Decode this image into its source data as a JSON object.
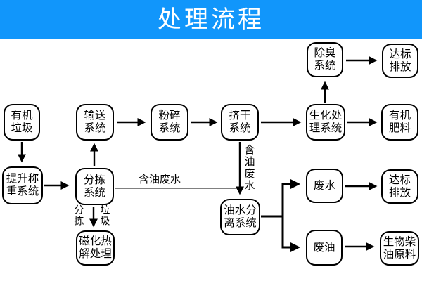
{
  "header": {
    "title": "处理流程"
  },
  "colors": {
    "header_bg": "#1196fb",
    "header_text": "#ffffff",
    "box_border": "#000000",
    "box_bg": "#ffffff",
    "line": "#000000"
  },
  "nodes": {
    "organic_waste": {
      "label": "有机\n垃圾"
    },
    "conveying": {
      "label": "输送\n系统"
    },
    "crushing": {
      "label": "粉碎\n系统"
    },
    "squeezing": {
      "label": "挤干\n系统"
    },
    "biochemical": {
      "label": "生化处\n理系统"
    },
    "fertilizer": {
      "label": "有机\n肥料"
    },
    "deodorizing": {
      "label": "除臭\n系统"
    },
    "discharge_top": {
      "label": "达标\n排放"
    },
    "lift_weighing": {
      "label": "提升称\n重系统"
    },
    "sorting": {
      "label": "分拣\n系统"
    },
    "pyrolysis": {
      "label": "磁化热\n解处理"
    },
    "oil_water": {
      "label": "油水分\n离系统"
    },
    "wastewater": {
      "label": "废水"
    },
    "discharge_bottom": {
      "label": "达标\n排放"
    },
    "waste_oil": {
      "label": "废油"
    },
    "biodiesel": {
      "label": "生物柴\n油原料"
    }
  },
  "edge_labels": {
    "oily_wastewater_horizontal": "含油废水",
    "oily_wastewater_vertical": "含油废水",
    "sorted_left": "分拣",
    "waste_right": "垃圾"
  },
  "edges": [
    {
      "from": "organic_waste",
      "to": "lift_weighing"
    },
    {
      "from": "lift_weighing",
      "to": "sorting"
    },
    {
      "from": "sorting",
      "to": "conveying"
    },
    {
      "from": "conveying",
      "to": "crushing"
    },
    {
      "from": "crushing",
      "to": "squeezing"
    },
    {
      "from": "squeezing",
      "to": "biochemical"
    },
    {
      "from": "biochemical",
      "to": "deodorizing"
    },
    {
      "from": "deodorizing",
      "to": "discharge_top"
    },
    {
      "from": "biochemical",
      "to": "fertilizer"
    },
    {
      "from": "squeezing",
      "to": "oil_water",
      "label": "含油废水"
    },
    {
      "from": "sorting",
      "to": "oil_water",
      "label": "含油废水"
    },
    {
      "from": "sorting",
      "to": "pyrolysis",
      "label": "分拣垃圾"
    },
    {
      "from": "oil_water",
      "to": "wastewater"
    },
    {
      "from": "oil_water",
      "to": "waste_oil"
    },
    {
      "from": "wastewater",
      "to": "discharge_bottom"
    },
    {
      "from": "waste_oil",
      "to": "biodiesel"
    }
  ]
}
